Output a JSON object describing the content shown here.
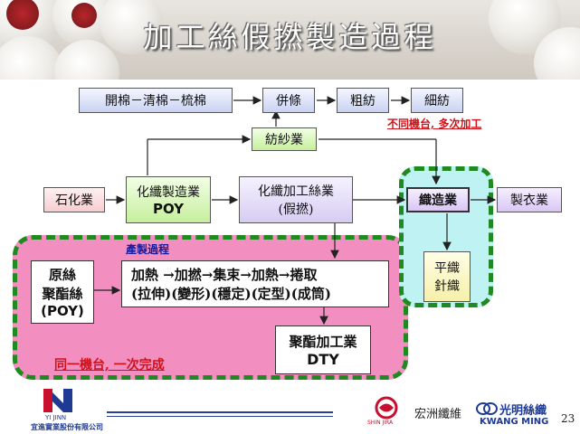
{
  "title": "加工絲假撚製造過程",
  "nodes": {
    "opening": "開棉－清棉－梳棉",
    "drawing": "併條",
    "roving": "粗紡",
    "spinning": "細紡",
    "spun_yarn": "紡紗業",
    "petrochem": "石化業",
    "fiber_mfg_line1": "化纖製造業",
    "fiber_mfg_line2": "POY",
    "fiber_proc_line1": "化纖加工絲業",
    "fiber_proc_line2": "(假撚)",
    "weaving": "織造業",
    "garment": "製衣業",
    "woven_knit_line1": "平織",
    "woven_knit_line2": "針織",
    "raw_line1": "原絲",
    "raw_line2": "聚酯絲",
    "raw_line3": "(POY)",
    "process_line1": "加熱 →加撚→集束→加熱→捲取",
    "process_line2": "(拉伸)(變形)(穩定)(定型)(成筒)",
    "dty_line1": "聚酯加工業",
    "dty_line2": "DTY"
  },
  "labels": {
    "different_machines": "不同機台, 多次加工",
    "process_title": "產製過程",
    "same_machine": "同一機台, 一次完成"
  },
  "footer": {
    "left_logo_text": "YI JINN",
    "left_company": "宜進實業股份有限公司",
    "mid_logo_text": "SHIN JIRA",
    "mid_company": "宏洲纖維",
    "right_company_cn": "光明絲織",
    "right_company_en": "KWANG MING",
    "page_number": "23"
  },
  "colors": {
    "pink_zone": "#f28fc0",
    "cyan_zone": "#bff2f2",
    "dash_green": "#1f8a1f",
    "red_text": "#d0121a"
  }
}
